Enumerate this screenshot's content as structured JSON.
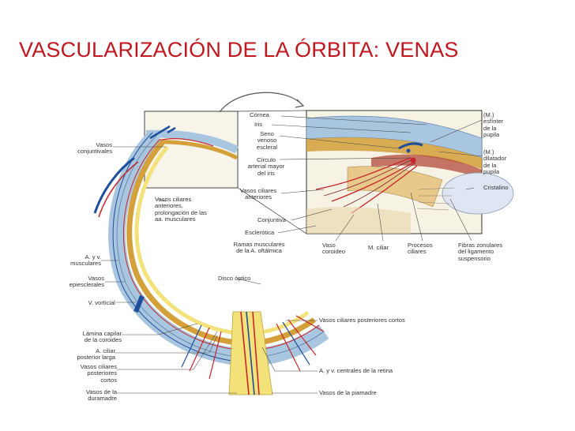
{
  "title": "VASCULARIZACIÓN DE LA ÓRBITA: VENAS",
  "colors": {
    "title": "#c0171e",
    "sclera": "#a9c6e0",
    "choroid": "#d4a03a",
    "artery": "#c8252b",
    "vein": "#1f4f9a",
    "nerve": "#f3e27a",
    "lens": "#dde6f2"
  },
  "labels": {
    "cornea": "Córnea",
    "iris": "Iris",
    "seno": "Seno\nvenoso\nescleral",
    "circulo": "Círculo\narterial mayor\ndel iris",
    "vasos_ciliares_anteriores": "Vasos ciliares\nanteriores",
    "conjuntiva": "Conjuntiva",
    "esclerotica": "Esclerótica",
    "ramas": "Ramas musculares\nde la A. oftálmica",
    "esfinter": "(M.)\nesfínter\nde la\npupila",
    "dilatador": "(M.)\ndilatador\nde la\npupila",
    "cristalino": "Cristalino",
    "vaso_coroideo": "Vaso\ncoroideo",
    "m_ciliar": "M. ciliar",
    "procesos": "Procesos\nciliares",
    "fibras": "Fibras zonulares\ndel ligamento\nsuspensorio",
    "vasos_conjuntivales": "Vasos\nconjuntivales",
    "vasos_ciliares_prolong": "Vasos ciliares\nanteriores,\nprolongación de las\naa. musculares",
    "a_v_musculares": "A. y v.\nmusculares",
    "vasos_episclerales": "Vasos\nepiesclerales",
    "v_vorticial": "V. vorticial",
    "disco_optico": "Disco óptico",
    "lamina": "Lámina capilar\nde la coroides",
    "a_ciliar": "A. ciliar\nposterior larga",
    "vasos_ciliares_posteriores": "Vasos ciliares\nposteriores\ncortos",
    "vasos_duramadre": "Vasos de la\nduramadre",
    "vasos_ciliares_post_cortos": "Vasos ciliares posteriores cortos",
    "centrales": "A. y v. centrales de la retina",
    "piamadre": "Vasos de la piamadre"
  }
}
